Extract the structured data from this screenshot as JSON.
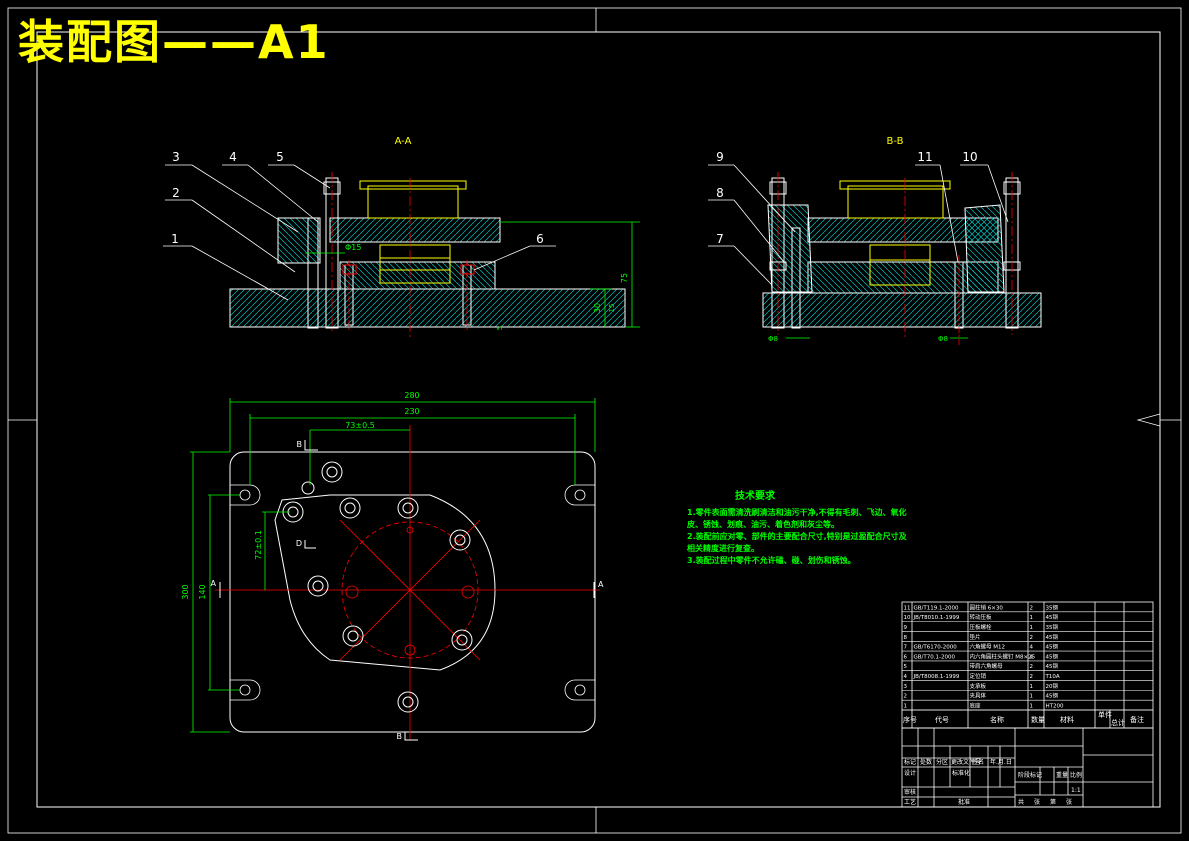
{
  "title": "装配图——A1",
  "views": {
    "section_a": "A-A",
    "section_b": "B-B",
    "cut_mark_a": "A",
    "cut_mark_b": "B",
    "cut_mark_d": "D"
  },
  "balloons_left": [
    "1",
    "2",
    "3",
    "4",
    "5",
    "6"
  ],
  "balloons_right": [
    "7",
    "8",
    "9",
    "10",
    "11"
  ],
  "dimensions": {
    "overall_width": "280",
    "slot_width": "230",
    "offset_x": "73±0.5",
    "overall_height": "300",
    "slot_height": "140",
    "offset_y": "72±0.1",
    "section_height": "75",
    "base_height": "30",
    "diam_left": "Φ15",
    "small_dim": "5",
    "base_thk": "15",
    "diam_b1": "Φ8",
    "diam_b2": "Φ8"
  },
  "tech_requirements": {
    "title": "技术要求",
    "lines": [
      "1.零件表面需清洗刷清洁和油污干净,不得有毛刺、飞边、氧化",
      "皮、锈蚀、划痕、油污、着色剂和灰尘等。",
      "2.装配前应对零、部件的主要配合尺寸,特别是过盈配合尺寸及",
      "相关精度进行复查。",
      "3.装配过程中零件不允许磕、碰、划伤和锈蚀。"
    ]
  },
  "bom": {
    "header": [
      "序号",
      "代号",
      "名称",
      "数量",
      "材料",
      "单件",
      "总计",
      "备注"
    ],
    "rows": [
      [
        "11",
        "GB/T119.1-2000",
        "圆柱销 6×30",
        "2",
        "35钢",
        "",
        "",
        ""
      ],
      [
        "10",
        "JB/T8010.1-1999",
        "转动压板",
        "1",
        "45钢",
        "",
        "",
        ""
      ],
      [
        "9",
        "",
        "压板螺栓",
        "1",
        "35钢",
        "",
        "",
        ""
      ],
      [
        "8",
        "",
        "垫片",
        "2",
        "45钢",
        "",
        "",
        ""
      ],
      [
        "7",
        "GB/T6170-2000",
        "六角螺母 M12",
        "4",
        "45钢",
        "",
        "",
        ""
      ],
      [
        "6",
        "GB/T70.1-2000",
        "内六角圆柱头螺钉 M8×25",
        "4",
        "45钢",
        "",
        "",
        ""
      ],
      [
        "5",
        "",
        "带肩六角螺母",
        "2",
        "45钢",
        "",
        "",
        ""
      ],
      [
        "4",
        "JB/T8008.1-1999",
        "定位销",
        "2",
        "T10A",
        "",
        "",
        ""
      ],
      [
        "3",
        "",
        "支承板",
        "1",
        "20钢",
        "",
        "",
        ""
      ],
      [
        "2",
        "",
        "夹具体",
        "1",
        "45钢",
        "",
        "",
        ""
      ],
      [
        "1",
        "",
        "底座",
        "1",
        "HT200",
        "",
        "",
        ""
      ]
    ]
  },
  "title_block": {
    "row1": [
      "标记",
      "处数",
      "分区",
      "更改文件号",
      "签名",
      "年.月.日"
    ],
    "row2": [
      "设计",
      "",
      "",
      "标准化",
      "",
      ""
    ],
    "row3": [
      "审核",
      ""
    ],
    "row4": [
      "工艺",
      "",
      "批准",
      ""
    ],
    "stage": [
      "阶段标记",
      "重量",
      "比例"
    ],
    "scale": "1:1",
    "sheet": [
      "共",
      "张",
      "第",
      "张"
    ]
  }
}
